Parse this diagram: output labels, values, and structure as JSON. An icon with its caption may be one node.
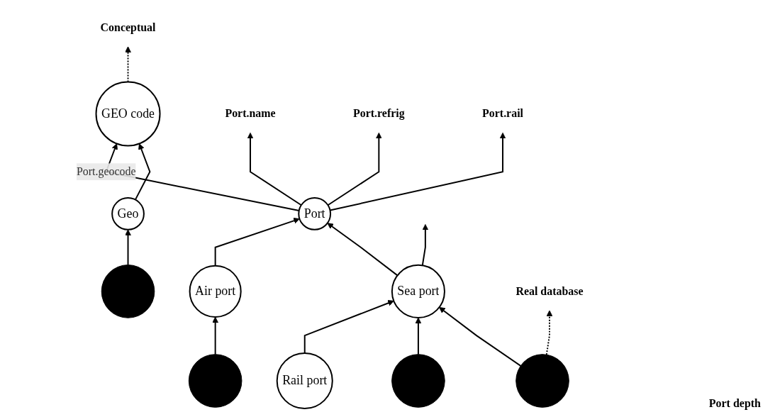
{
  "diagram": {
    "nodes": [
      {
        "text": [
          "Geo"
        ]
      },
      {
        "text": [],
        "shape": "circle"
      },
      {
        "text": [
          "GEO code"
        ]
      },
      {
        "text": [
          "Port.name"
        ]
      },
      {
        "text": [
          "Port.refrig"
        ]
      },
      {
        "text": [
          "Port"
        ]
      },
      {
        "text": [
          "Port.rail"
        ]
      },
      {
        "text": [
          "Sea port"
        ]
      },
      {
        "text": [
          "Air port"
        ]
      },
      {
        "text": [],
        "shape": "circle"
      },
      {
        "text": [],
        "shape": "circle"
      },
      {
        "text": [
          "Rail port"
        ]
      },
      {
        "text": [],
        "shape": "circle"
      },
      {
        "text": [
          "Conceptual"
        ]
      },
      {
        "text": [
          "Real database"
        ]
      }
    ],
    "edges": [
      {
        "from": 1,
        "to": 0,
        "arrow": "to"
      },
      {
        "from": 0,
        "to": 2,
        "arrow": "to"
      },
      {
        "from": 5,
        "to": 3,
        "arrow": "to"
      },
      {
        "from": 5,
        "to": 4,
        "arrow": "to"
      },
      {
        "from": 5,
        "to": 6,
        "arrow": "to"
      },
      {
        "from": 5,
        "to": 2,
        "label": "Port.geocode",
        "arrow": "to"
      },
      {
        "from": 7,
        "to": 5,
        "arrow": "to"
      },
      {
        "from": 8,
        "to": 5,
        "arrow": "to"
      },
      {
        "from": 7,
        "to": null,
        "arrow": "to"
      },
      {
        "from": 9,
        "to": 7,
        "arrow": "to"
      },
      {
        "from": 10,
        "to": 7,
        "arrow": "to"
      },
      {
        "from": 11,
        "to": 7,
        "arrow": "to"
      },
      {
        "from": 12,
        "to": 8,
        "arrow": "to"
      },
      {
        "from": 2,
        "to": 13,
        "arrow": "to",
        "style": "dashed"
      },
      {
        "from": 9,
        "to": 14,
        "arrow": "to",
        "style": "dashed"
      }
    ],
    "labels": [
      "Port depth"
    ]
  }
}
